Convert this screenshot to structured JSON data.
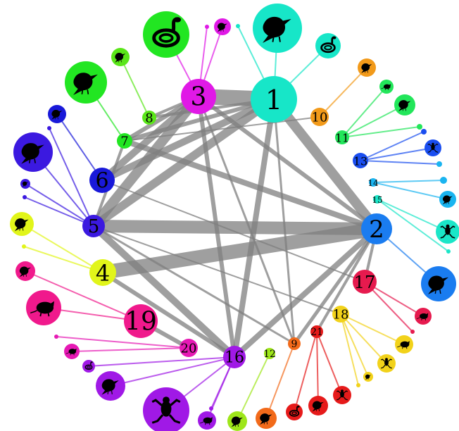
{
  "colors": {
    "edge": "#7f7f7f",
    "silhouette": "#000000"
  },
  "hubs": [
    {
      "label": "1",
      "color": "#17e6c8"
    },
    {
      "label": "2",
      "color": "#1a7cf0"
    },
    {
      "label": "3",
      "color": "#e019e6"
    },
    {
      "label": "4",
      "color": "#e1f51a"
    },
    {
      "label": "5",
      "color": "#3b19e0"
    },
    {
      "label": "6",
      "color": "#1919d9"
    },
    {
      "label": "7",
      "color": "#22e622"
    },
    {
      "label": "8",
      "color": "#5ae619"
    },
    {
      "label": "9",
      "color": "#f26a1a"
    },
    {
      "label": "10",
      "color": "#f29a1a"
    },
    {
      "label": "11",
      "color": "#22e65a"
    },
    {
      "label": "12",
      "color": "#9ee61a"
    },
    {
      "label": "13",
      "color": "#1a4ef0"
    },
    {
      "label": "14",
      "color": "#1ab4f0"
    },
    {
      "label": "15",
      "color": "#1ae6c8"
    },
    {
      "label": "16",
      "color": "#a019e6"
    },
    {
      "label": "17",
      "color": "#e61a4e"
    },
    {
      "label": "18",
      "color": "#f2d21a"
    },
    {
      "label": "19",
      "color": "#f0198c"
    },
    {
      "label": "20",
      "color": "#e619b4"
    },
    {
      "label": "21",
      "color": "#e61a1a"
    }
  ],
  "species": [
    {
      "color": "#e019e6",
      "icon": "bird-icon"
    },
    {
      "color": "#17e6c8",
      "icon": "bird-icon"
    },
    {
      "color": "#17e6c8",
      "icon": "snake-icon"
    },
    {
      "color": "#22e622",
      "icon": "snake-icon"
    },
    {
      "color": "#5ae619",
      "icon": "bird-icon"
    },
    {
      "color": "#22e622",
      "icon": "bird-icon"
    },
    {
      "color": "#f29a1a",
      "icon": "bird-icon"
    },
    {
      "color": "#22e65a",
      "icon": "mammal-icon"
    },
    {
      "color": "#22e65a",
      "icon": "bird-icon"
    },
    {
      "color": "#22e65a",
      "icon": "bird-icon"
    },
    {
      "color": "#1a4ef0",
      "icon": "bird-icon"
    },
    {
      "color": "#1a4ef0",
      "icon": "frog-icon"
    },
    {
      "color": "#1ab4f0",
      "icon": "bird-icon"
    },
    {
      "color": "#1ab4f0",
      "icon": "frog-icon"
    },
    {
      "color": "#1ab4f0",
      "icon": "bird-icon"
    },
    {
      "color": "#1ae6c8",
      "icon": "frog-icon"
    },
    {
      "color": "#1a7cf0",
      "icon": "bird-icon"
    },
    {
      "color": "#e61a4e",
      "icon": "mammal-icon"
    },
    {
      "color": "#f2d21a",
      "icon": "mammal-icon"
    },
    {
      "color": "#f2d21a",
      "icon": "frog-icon"
    },
    {
      "color": "#f2d21a",
      "icon": "bird-icon"
    },
    {
      "color": "#e61a1a",
      "icon": "frog-icon"
    },
    {
      "color": "#e61a1a",
      "icon": "bird-icon"
    },
    {
      "color": "#e61a1a",
      "icon": "snake-icon"
    },
    {
      "color": "#f26a1a",
      "icon": "bird-icon"
    },
    {
      "color": "#9ee61a",
      "icon": "bird-icon"
    },
    {
      "color": "#a019e6",
      "icon": "mammal-icon"
    },
    {
      "color": "#a019e6",
      "icon": "frog-icon"
    },
    {
      "color": "#a019e6",
      "icon": "bird-icon"
    },
    {
      "color": "#a019e6",
      "icon": "snake-icon"
    },
    {
      "color": "#e619b4",
      "icon": "mammal-icon"
    },
    {
      "color": "#f0198c",
      "icon": "mammal-icon"
    },
    {
      "color": "#f0198c",
      "icon": "bird-icon"
    },
    {
      "color": "#e1f51a",
      "icon": "bird-icon"
    },
    {
      "color": "#3b19e0",
      "icon": "bird-icon"
    },
    {
      "color": "#3b19e0",
      "icon": "bird-icon"
    },
    {
      "color": "#1919d9",
      "icon": "bird-icon"
    }
  ]
}
